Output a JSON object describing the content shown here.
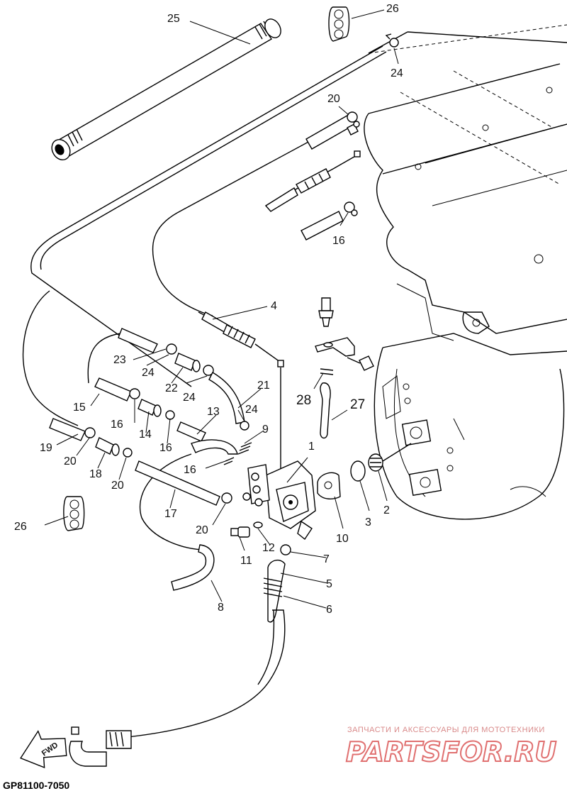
{
  "diagram": {
    "code": "GP81100-7050",
    "fwd_label": "FWD",
    "watermark_caption": "ЗАПЧАСТИ И АКСЕССУАРЫ ДЛЯ МОТОТЕХНИКИ",
    "watermark_logo": "PARTSFOR.RU",
    "callouts": [
      "1",
      "2",
      "3",
      "4",
      "5",
      "6",
      "7",
      "8",
      "9",
      "10",
      "11",
      "12",
      "13",
      "14",
      "15",
      "16",
      "17",
      "18",
      "19",
      "20",
      "21",
      "22",
      "23",
      "24",
      "25",
      "26",
      "27",
      "28"
    ]
  }
}
